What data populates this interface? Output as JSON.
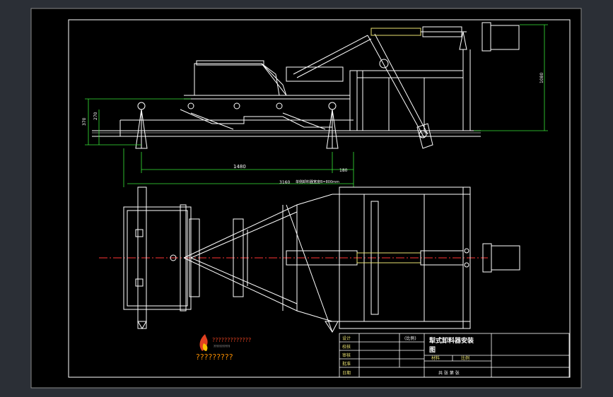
{
  "drawing": {
    "dimensions": {
      "length_1480": "1480",
      "length_180": "180",
      "length_3160": "3160",
      "dim_370": "370",
      "dim_270": "270",
      "dim_1080": "1080",
      "overall_note": "单侧卸料器宽度B=800mm"
    },
    "logo": {
      "line1": "?????????????",
      "line2": "???????????",
      "caption": "?????????"
    },
    "title_block": {
      "row_labels": [
        "设计",
        "校核",
        "审核",
        "批准",
        "日期"
      ],
      "scale_label": "(比例)",
      "drawing_title_line1": "犁式卸料器安装",
      "drawing_title_line2": "图",
      "material_label": "材料",
      "ratio_label": "比例",
      "sheet_label": "共   张 第   张"
    }
  }
}
